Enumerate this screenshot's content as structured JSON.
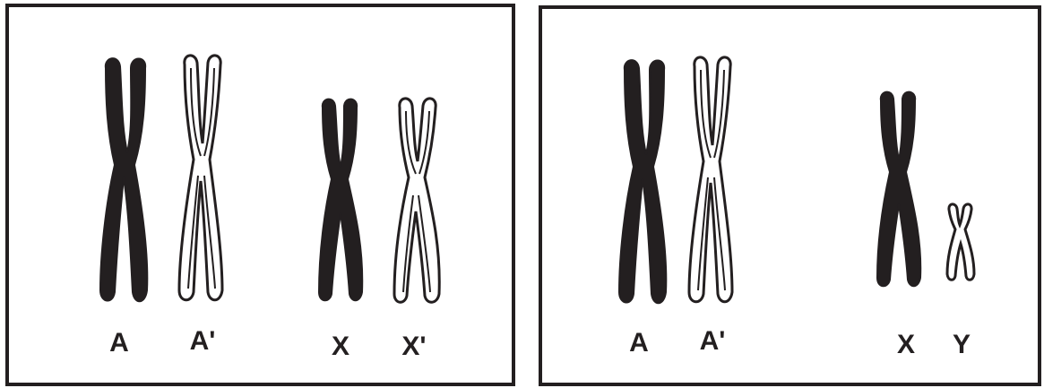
{
  "colors": {
    "stroke": "#231f20",
    "filled": "#231f20",
    "hollow": "#ffffff",
    "background": "#ffffff"
  },
  "panels": {
    "left": {
      "labels": [
        "A",
        "A'",
        "X",
        "X'"
      ]
    },
    "right": {
      "labels": [
        "A",
        "A'",
        "X",
        "Y"
      ]
    }
  }
}
